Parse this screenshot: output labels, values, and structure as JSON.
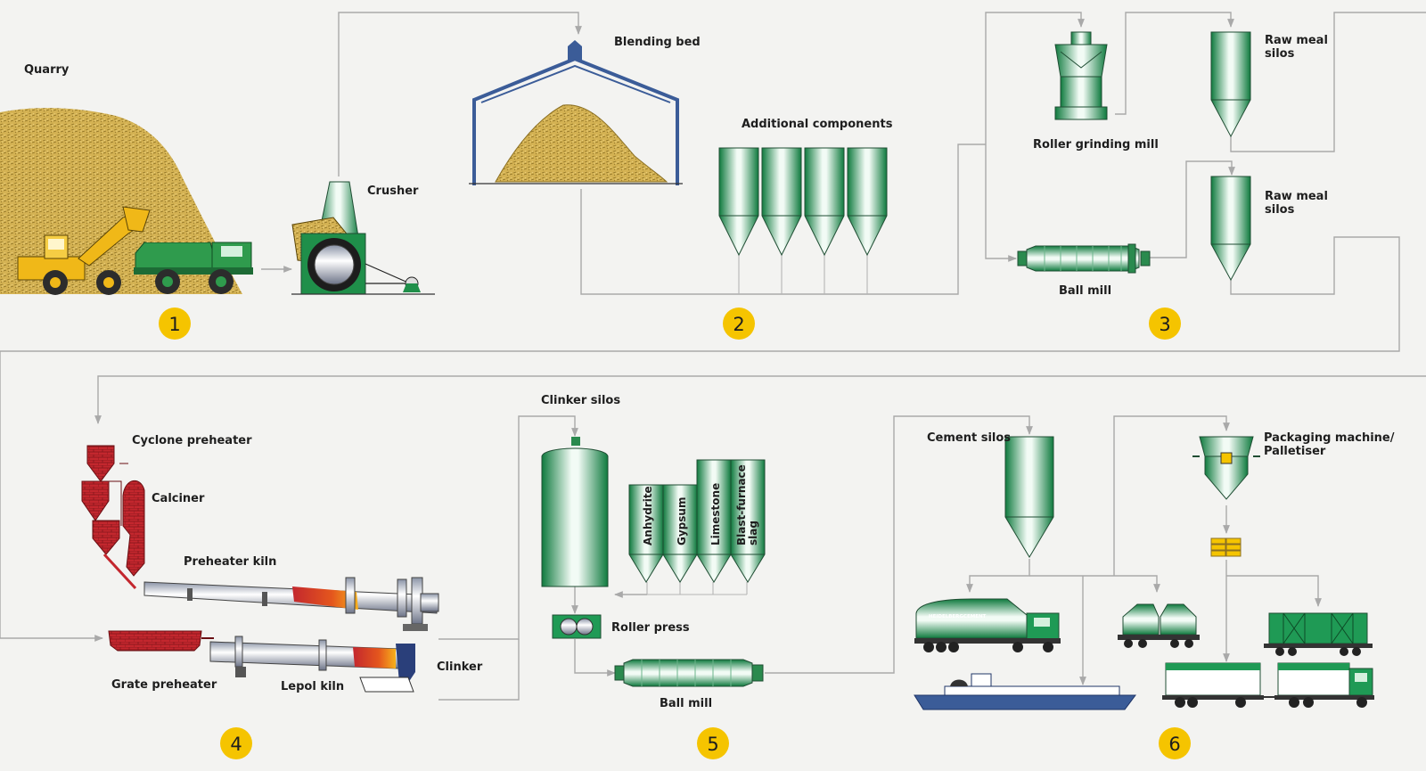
{
  "colors": {
    "background": "#f3f3f1",
    "green": "#1f9a55",
    "kiln_red": "#c3272e",
    "blue_structure": "#3b5c98",
    "badge_yellow": "#f5c400",
    "flow_line": "#a9a9a9"
  },
  "sections": {
    "s1": {
      "number": "1",
      "labels": {
        "quarry": "Quarry",
        "crusher": "Crusher"
      }
    },
    "s2": {
      "number": "2",
      "labels": {
        "blending_bed": "Blending bed",
        "additional_components": "Additional components"
      }
    },
    "s3": {
      "number": "3",
      "labels": {
        "roller_grinding_mill": "Roller grinding mill",
        "raw_meal_silos_a": [
          "Raw meal",
          "silos"
        ],
        "raw_meal_silos_b": [
          "Raw meal",
          "silos"
        ],
        "ball_mill": "Ball mill"
      }
    },
    "s4": {
      "number": "4",
      "labels": {
        "cyclone_preheater": "Cyclone preheater",
        "calciner": "Calciner",
        "preheater_kiln": "Preheater kiln",
        "grate_preheater": "Grate preheater",
        "lepol_kiln": "Lepol kiln",
        "clinker": "Clinker"
      }
    },
    "s5": {
      "number": "5",
      "labels": {
        "clinker_silos": "Clinker silos",
        "silo_labels": [
          "Anhydrite",
          "Gypsum",
          "Limestone",
          "Blast-furnace",
          "slag"
        ],
        "roller_press": "Roller press",
        "ball_mill": "Ball mill"
      }
    },
    "s6": {
      "number": "6",
      "labels": {
        "cement_silos": "Cement silos",
        "packaging": [
          "Packaging machine/",
          "Palletiser"
        ],
        "brand": "HEIDELBERGCEMENT"
      }
    }
  }
}
